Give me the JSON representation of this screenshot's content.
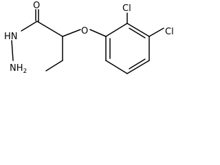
{
  "atoms": {
    "carbonyl_oxygen": "O",
    "ether_oxygen": "O",
    "hydrazide_nh": "HN",
    "amine_nh2": "NH",
    "amine_nh2_subscript": "2",
    "chlorine_ortho": "Cl",
    "chlorine_meta": "Cl"
  },
  "colors": {
    "bond": "#000000",
    "label": "#000000",
    "background": "#ffffff"
  }
}
